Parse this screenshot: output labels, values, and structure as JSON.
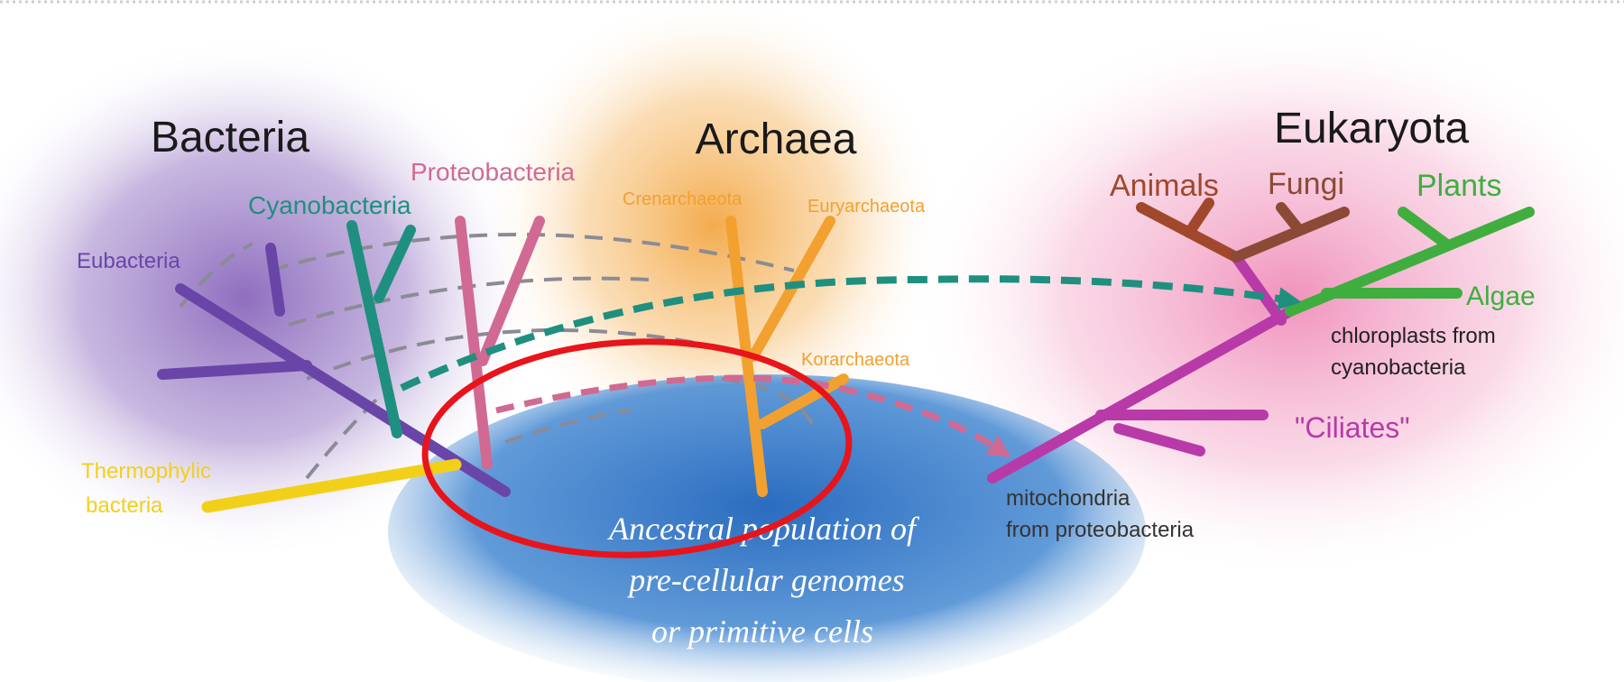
{
  "domains": {
    "bacteria": "Bacteria",
    "archaea": "Archaea",
    "eukaryota": "Eukaryota"
  },
  "bacteria_groups": {
    "proteobacteria": "Proteobacteria",
    "cyanobacteria": "Cyanobacteria",
    "eubacteria": "Eubacteria",
    "thermophylic_line1": "Thermophylic",
    "thermophylic_line2": "bacteria"
  },
  "archaea_groups": {
    "crenarchaeota": "Crenarchaeota",
    "euryarchaeota": "Euryarchaeota",
    "korarchaeota": "Korarchaeota"
  },
  "eukaryota_groups": {
    "animals": "Animals",
    "fungi": "Fungi",
    "plants": "Plants",
    "algae": "Algae",
    "ciliates": "\"Ciliates\""
  },
  "annotations": {
    "chloroplasts_line1": "chloroplasts from",
    "chloroplasts_line2": "cyanobacteria",
    "mitochondria_line1": "mitochondria",
    "mitochondria_line2": "from proteobacteria"
  },
  "root": {
    "line1": "Ancestral population of",
    "line2": "pre-cellular genomes",
    "line3": "or primitive cells"
  },
  "colors": {
    "bacteria_glow": "#7b55b3",
    "archaea_glow": "#f2a23a",
    "eukaryota_glow": "#ee7fb0",
    "root_blob": "#2f73c4",
    "eubacteria": "#6a45a8",
    "cyanobacteria": "#1f8f7f",
    "proteobacteria": "#d06a93",
    "thermophylic": "#f2d01a",
    "archaea": "#f2a030",
    "animals": "#a0472c",
    "fungi": "#8a4a36",
    "plants": "#3fae3f",
    "eukaryote_trunk": "#b83aa8",
    "highlight_circle": "#e8141b"
  }
}
